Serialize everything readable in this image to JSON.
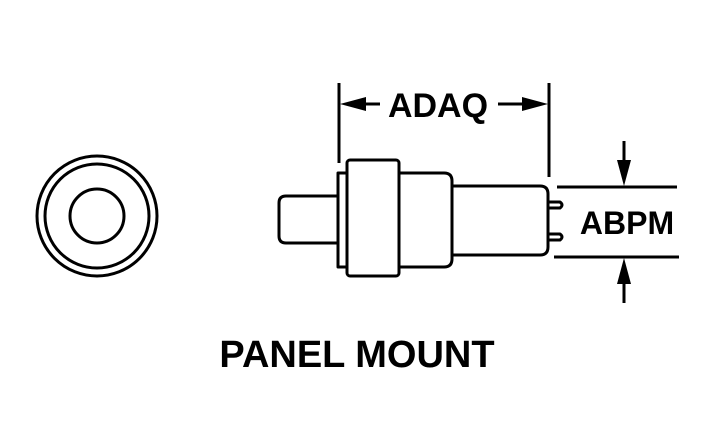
{
  "diagram": {
    "dimension_length_label": "ADAQ",
    "dimension_diameter_label": "ABPM",
    "caption": "PANEL MOUNT"
  },
  "colors": {
    "line": "#000000",
    "background": "#ffffff"
  }
}
